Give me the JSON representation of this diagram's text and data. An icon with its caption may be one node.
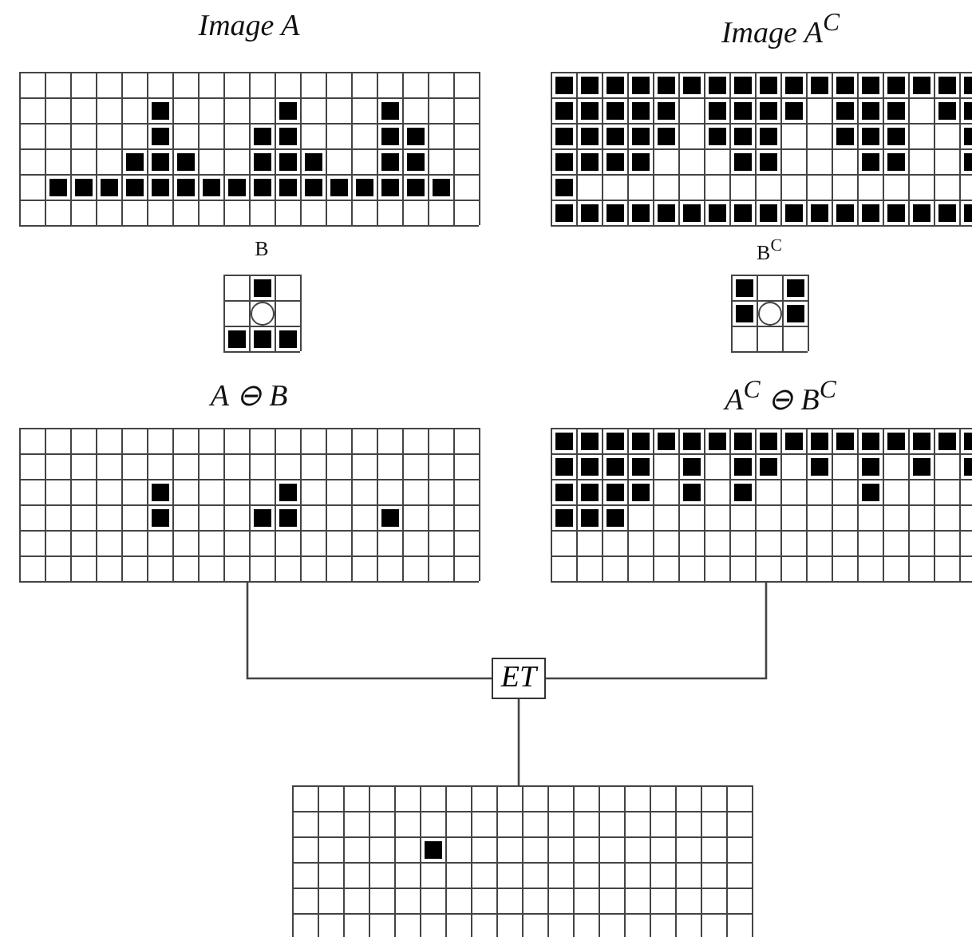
{
  "diagram": {
    "nodes": [
      {
        "text": [
          "Image A"
        ]
      },
      {
        "text": [
          "Image A$^{C}$"
        ]
      },
      {
        "text": [
          "B"
        ]
      },
      {
        "text": [
          "B$^{C}$"
        ]
      },
      {
        "text": [
          "A ⊖ B"
        ]
      },
      {
        "text": [
          "A$^{C}$ ⊖ B$^{C}$"
        ]
      },
      {
        "text": [
          "ET"
        ]
      },
      {
        "text": [],
        "shape": "grid"
      }
    ],
    "edges": [
      {
        "from": 4,
        "to": 6,
        "arrow": "none"
      },
      {
        "from": 5,
        "to": 6,
        "arrow": "none"
      },
      {
        "from": 6,
        "to": 7,
        "arrow": "none"
      }
    ]
  }
}
